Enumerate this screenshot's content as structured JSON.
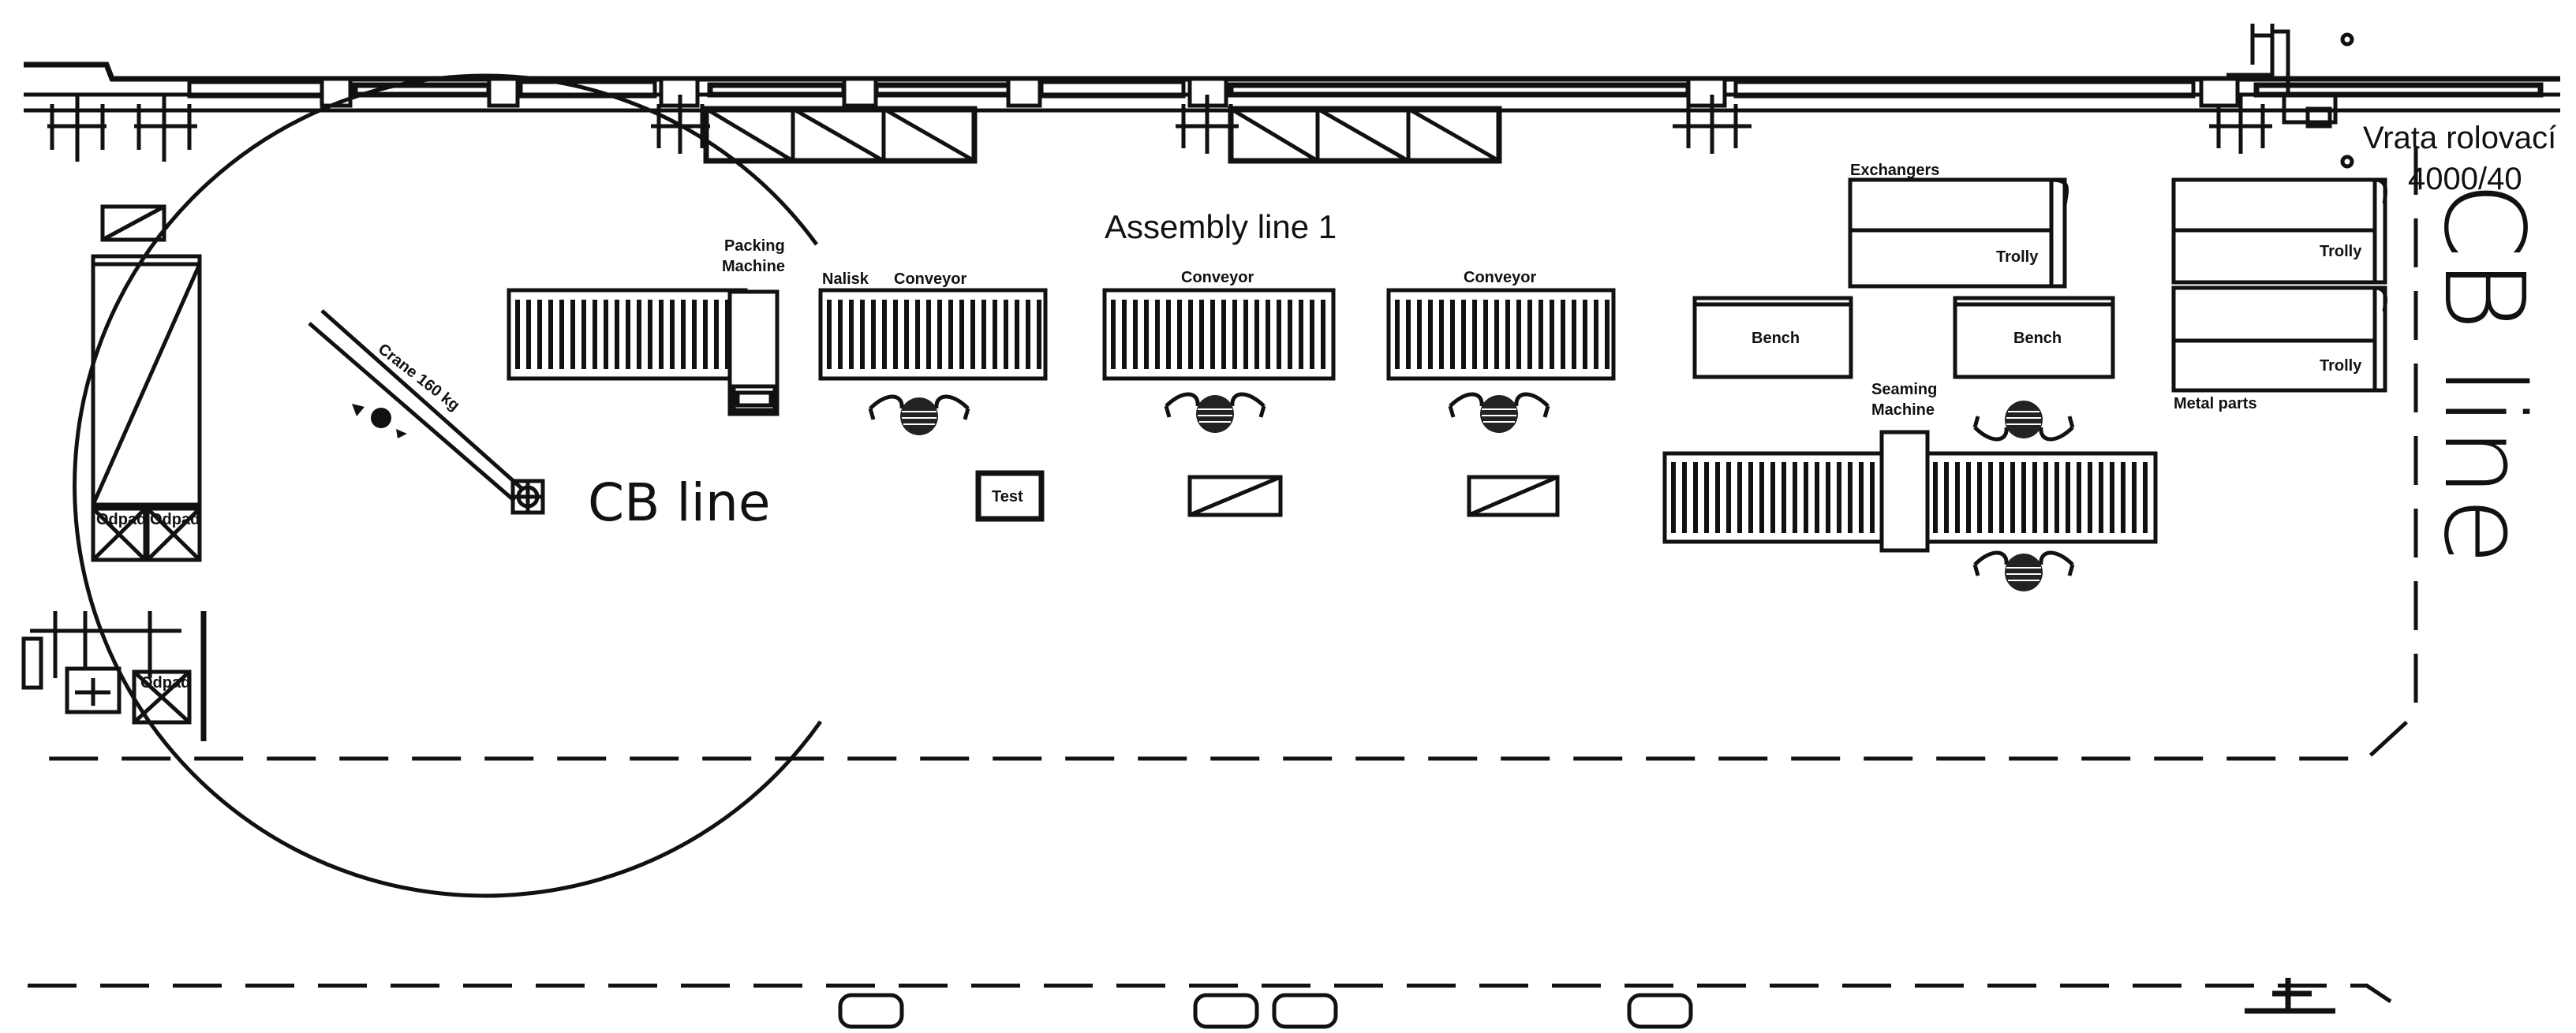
{
  "labels": {
    "assembly_line": "Assembly line 1",
    "cb_line": "CB line",
    "cb_line_vertical": "CB line",
    "gate_line1": "Vrata rolovací",
    "gate_line2": "4000/40",
    "packing_line1": "Packing",
    "packing_line2": "Machine",
    "nalisk": "Nalisk",
    "conveyor_1": "Conveyor",
    "conveyor_2": "Conveyor",
    "conveyor_3": "Conveyor",
    "crane": "Crane 160 kg",
    "test": "Test",
    "exchangers": "Exchangers",
    "trolly_1": "Trolly",
    "trolly_2": "Trolly",
    "trolly_3": "Trolly",
    "bench_1": "Bench",
    "bench_2": "Bench",
    "seaming_line1": "Seaming",
    "seaming_line2": "Machine",
    "metal_parts": "Metal parts",
    "odpad_1": "Odpad",
    "odpad_2": "Odpad",
    "odpad_3": "Odpad"
  }
}
